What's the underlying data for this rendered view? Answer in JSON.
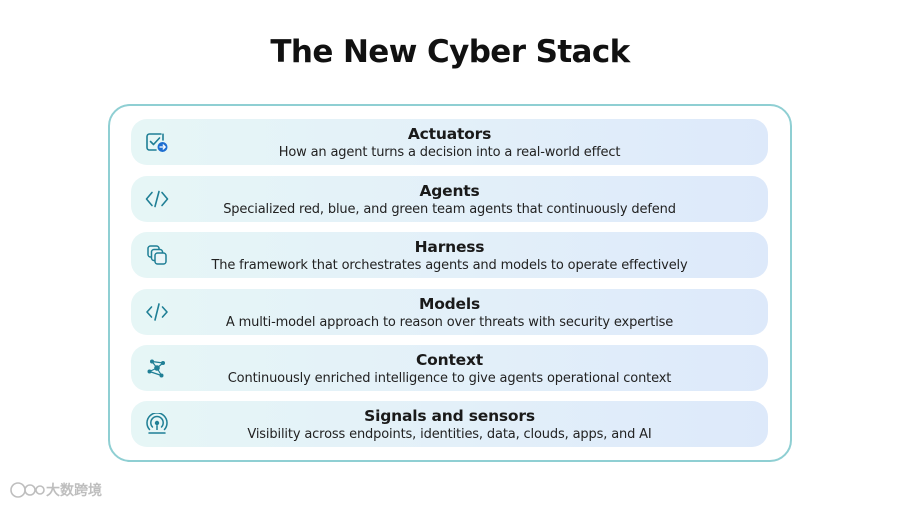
{
  "title": "The New Cyber Stack",
  "colors": {
    "frame_border": "#8fcfd3",
    "icon_stroke": "#1f7f95",
    "icon_accent": "#1f6fd1",
    "layer_gradient_start": "#e6f6f6",
    "layer_gradient_end": "#dde9fa"
  },
  "layers": [
    {
      "name": "Actuators",
      "description": "How an agent turns a decision into a real-world effect",
      "icon": "checkbox-arrow-icon"
    },
    {
      "name": "Agents",
      "description": "Specialized red, blue, and green team agents that continuously defend",
      "icon": "code-brackets-icon"
    },
    {
      "name": "Harness",
      "description": "The framework that orchestrates agents and models to operate effectively",
      "icon": "stacked-layers-icon"
    },
    {
      "name": "Models",
      "description": "A multi-model approach to reason over threats with security expertise",
      "icon": "code-icon"
    },
    {
      "name": "Context",
      "description": "Continuously enriched intelligence to give agents operational context",
      "icon": "network-icon"
    },
    {
      "name": "Signals and sensors",
      "description": "Visibility across endpoints, identities, data, clouds, apps, and AI",
      "icon": "radar-signal-icon"
    }
  ],
  "watermark": {
    "text": "大数跨境"
  }
}
